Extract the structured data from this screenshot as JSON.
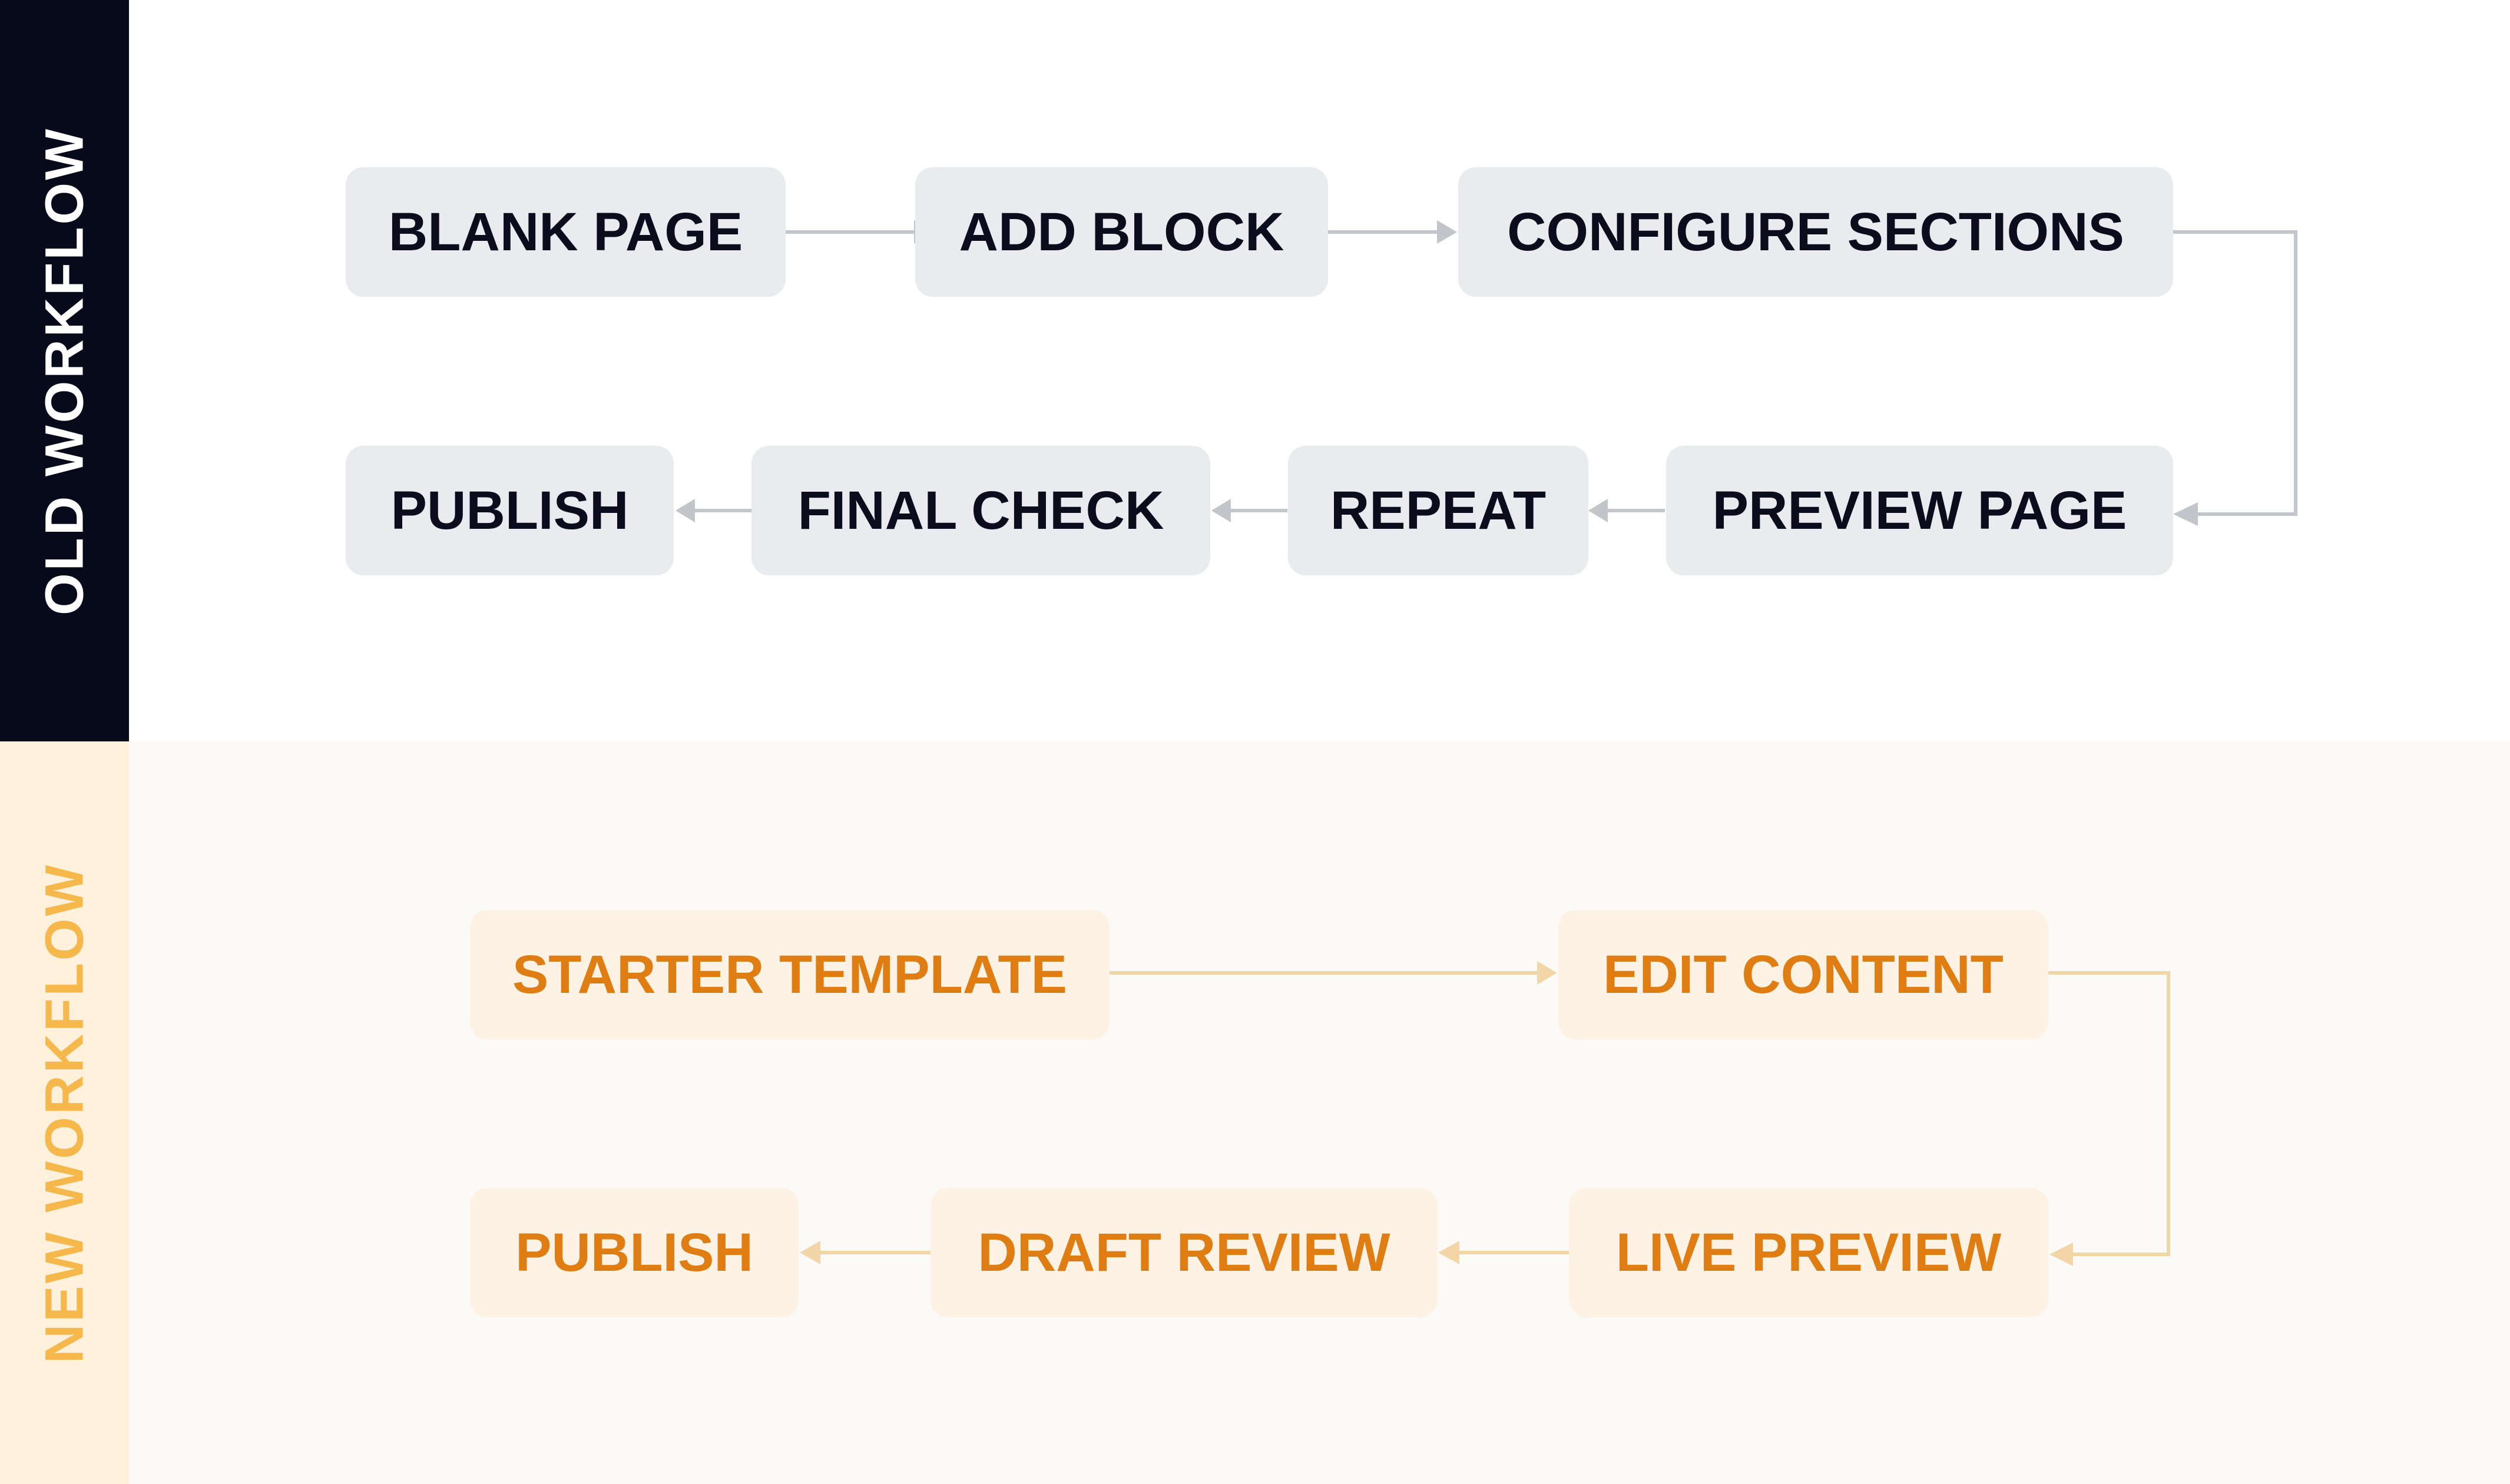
{
  "old_workflow": {
    "label": "OLD WORKFLOW",
    "steps": [
      "BLANK PAGE",
      "ADD BLOCK",
      "CONFIGURE SECTIONS",
      "PREVIEW PAGE",
      "REPEAT",
      "FINAL CHECK",
      "PUBLISH"
    ]
  },
  "new_workflow": {
    "label": "NEW WORKFLOW",
    "steps": [
      "STARTER TEMPLATE",
      "EDIT CONTENT",
      "LIVE PREVIEW",
      "DRAFT REVIEW",
      "PUBLISH"
    ]
  },
  "colors": {
    "old_band": "#070a1b",
    "old_node_bg": "#eaebee",
    "old_text": "#0b0d1c",
    "old_connector": "#c4c5ca",
    "new_band": "#fff1db",
    "new_label": "#f6b84a",
    "new_node_bg": "#fdf2e3",
    "new_text": "#e07d12",
    "new_connector": "#f3d6a8"
  }
}
